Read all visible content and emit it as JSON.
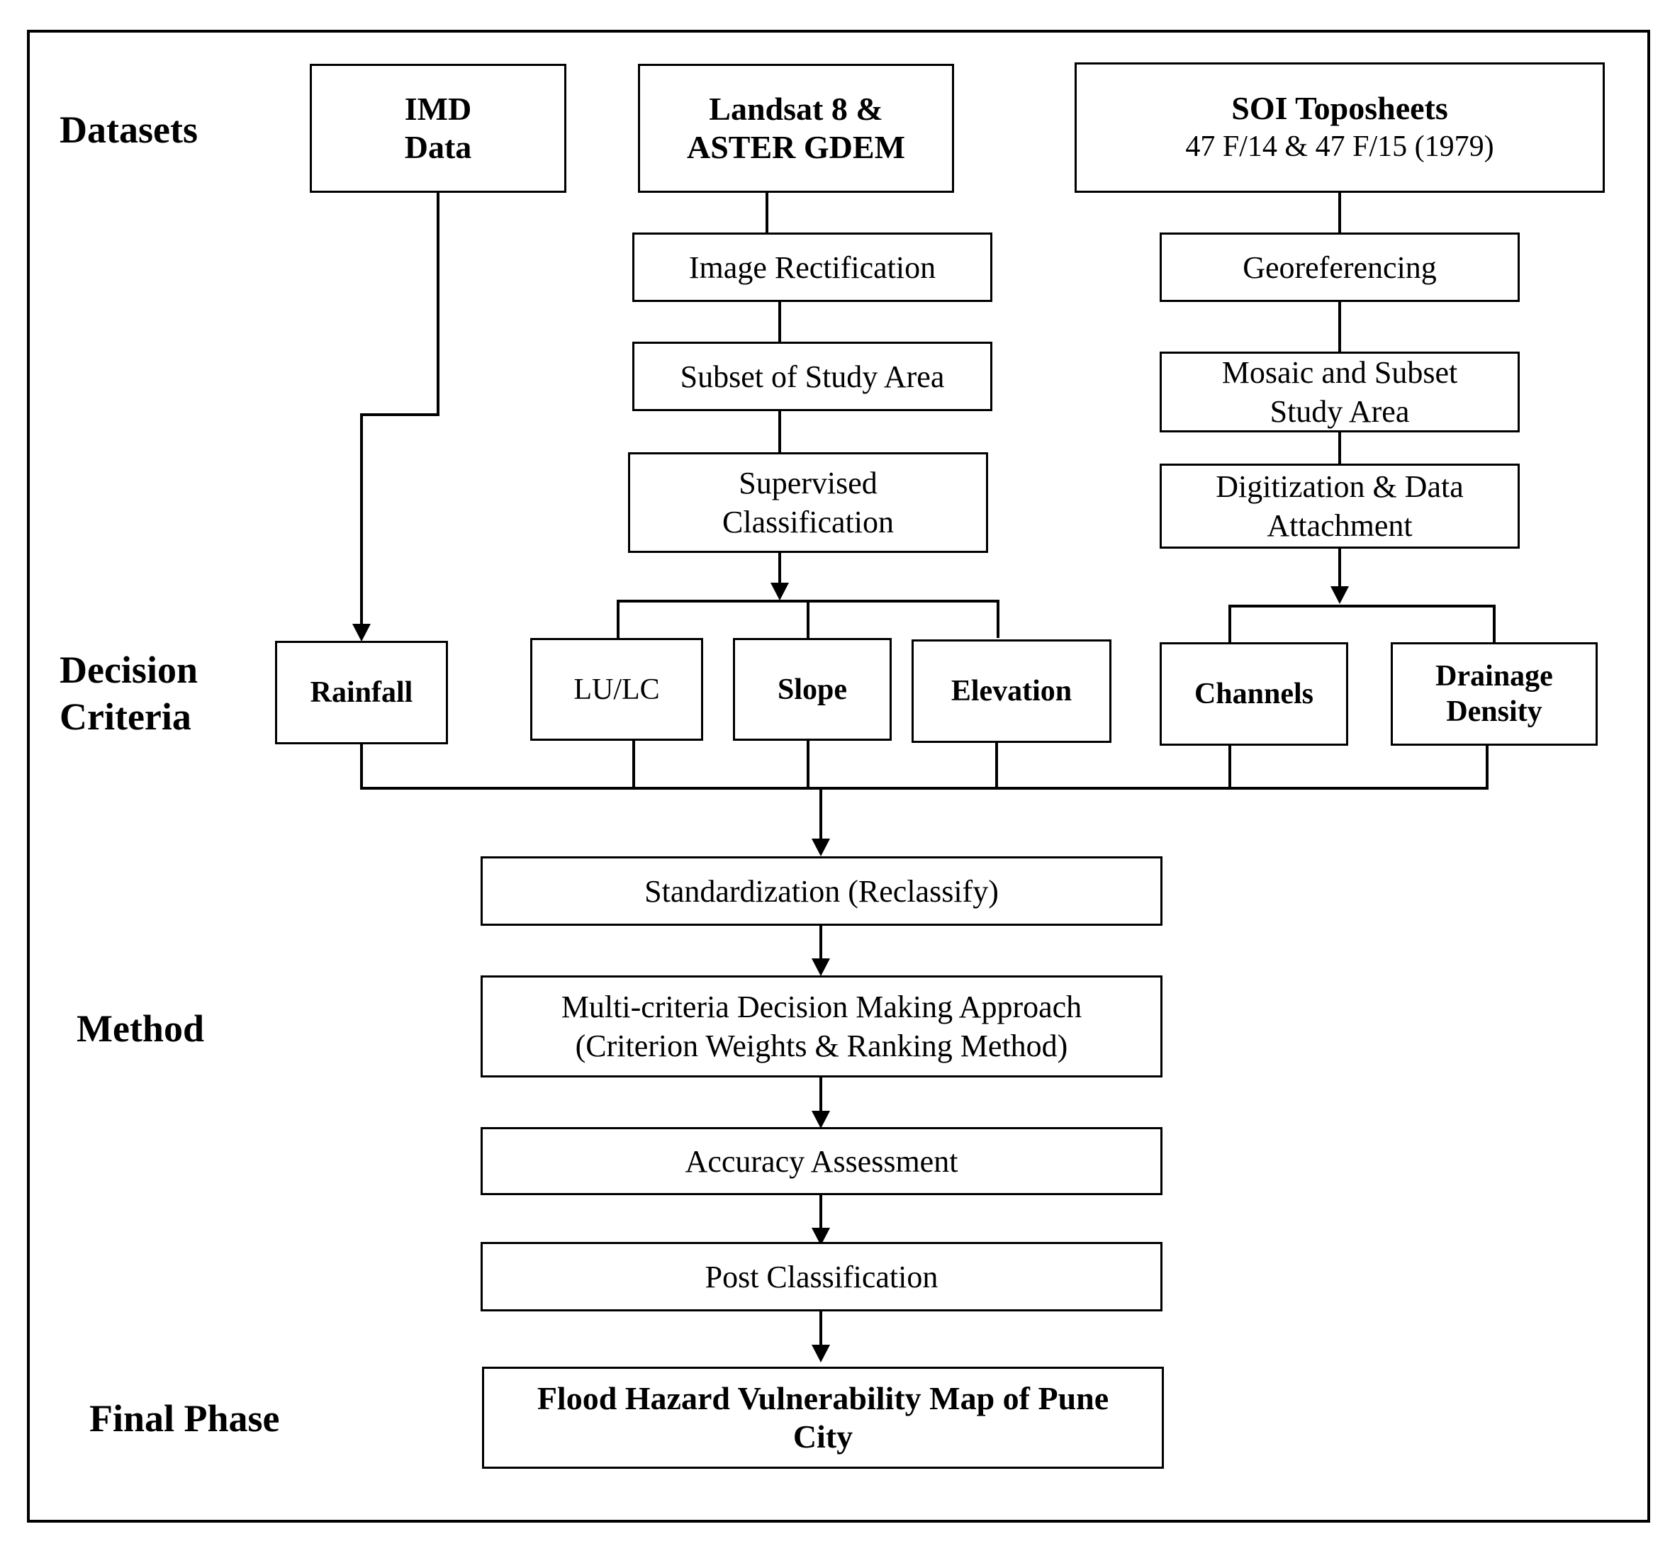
{
  "sections": {
    "datasets": "Datasets",
    "decision_criteria": "Decision\nCriteria",
    "method": "Method",
    "final_phase": "Final Phase"
  },
  "datasets": {
    "imd": "IMD\nData",
    "landsat": "Landsat 8  &\nASTER GDEM",
    "soi_title": "SOI Toposheets",
    "soi_sub": "47 F/14 & 47 F/15 (1979)"
  },
  "landsat_steps": {
    "rectification": "Image Rectification",
    "subset": "Subset of Study Area",
    "classification": "Supervised\nClassification"
  },
  "soi_steps": {
    "georeferencing": "Georeferencing",
    "mosaic": "Mosaic and Subset\nStudy Area",
    "digitization": "Digitization & Data\nAttachment"
  },
  "criteria": {
    "rainfall": "Rainfall",
    "lulc": "LU/LC",
    "slope": "Slope",
    "elevation": "Elevation",
    "channels": "Channels",
    "drainage": "Drainage\nDensity"
  },
  "method_steps": {
    "standardization": "Standardization (Reclassify)",
    "mcdm": "Multi-criteria Decision Making Approach\n(Criterion Weights & Ranking Method)",
    "accuracy": "Accuracy Assessment",
    "post": "Post Classification"
  },
  "final": {
    "map": "Flood Hazard Vulnerability Map of Pune\nCity"
  }
}
